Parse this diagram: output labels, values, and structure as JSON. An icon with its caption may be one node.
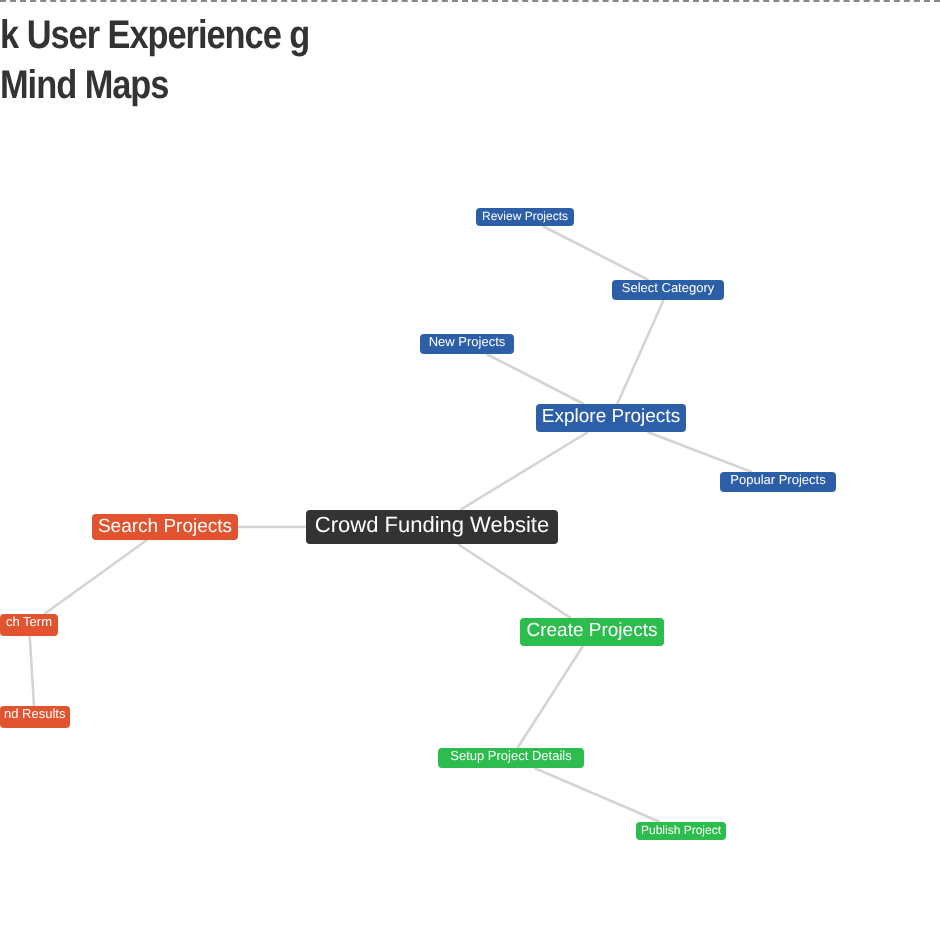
{
  "diagram": {
    "title": "k User Experience g Mind Maps",
    "nodes": [
      {
        "text": [
          "Crowd Funding Website"
        ]
      },
      {
        "text": [
          "Search Projects"
        ]
      },
      {
        "text": [
          "ch Term"
        ]
      },
      {
        "text": [
          "nd Results"
        ]
      },
      {
        "text": [
          "Explore Projects"
        ]
      },
      {
        "text": [
          "New Projects"
        ]
      },
      {
        "text": [
          "Select Category"
        ]
      },
      {
        "text": [
          "Review Projects"
        ]
      },
      {
        "text": [
          "Popular Projects"
        ]
      },
      {
        "text": [
          "Create Projects"
        ]
      },
      {
        "text": [
          "Setup Project Details"
        ]
      },
      {
        "text": [
          "Publish Project"
        ]
      }
    ],
    "edges": [
      {
        "from": 0,
        "to": 1,
        "arrow": "none"
      },
      {
        "from": 1,
        "to": 2,
        "arrow": "none"
      },
      {
        "from": 2,
        "to": 3,
        "arrow": "none"
      },
      {
        "from": 0,
        "to": 4,
        "arrow": "none"
      },
      {
        "from": 4,
        "to": 5,
        "arrow": "none"
      },
      {
        "from": 4,
        "to": 6,
        "arrow": "none"
      },
      {
        "from": 6,
        "to": 7,
        "arrow": "none"
      },
      {
        "from": 4,
        "to": 8,
        "arrow": "none"
      },
      {
        "from": 0,
        "to": 9,
        "arrow": "none"
      },
      {
        "from": 9,
        "to": 10,
        "arrow": "none"
      },
      {
        "from": 10,
        "to": 11,
        "arrow": "none"
      }
    ]
  }
}
